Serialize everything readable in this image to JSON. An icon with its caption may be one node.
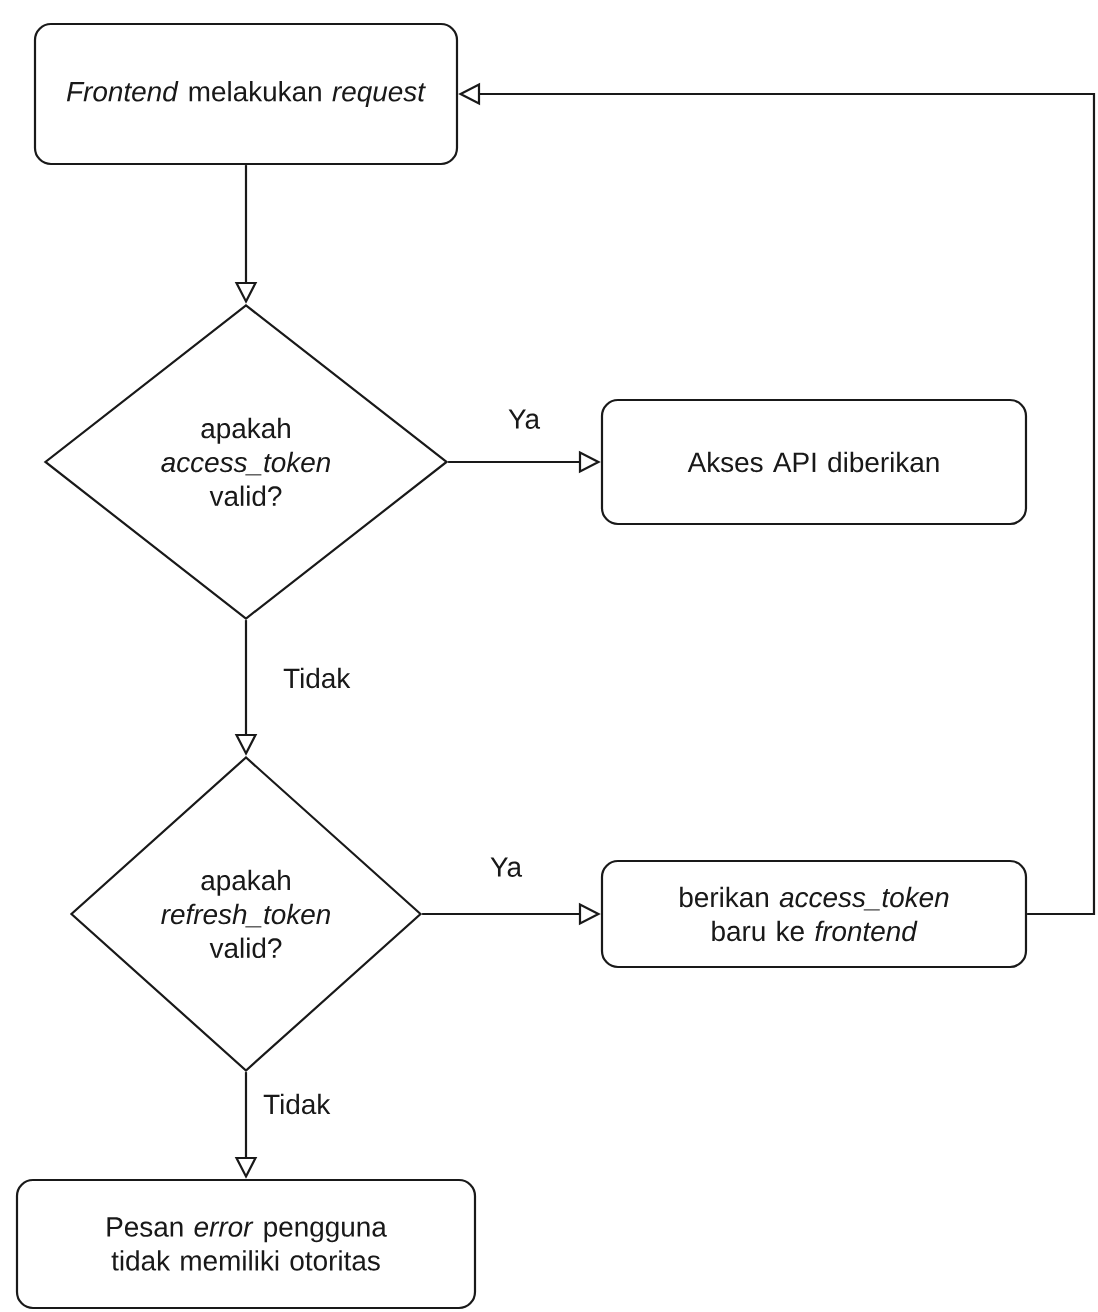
{
  "diagram": {
    "nodes": [
      {
        "text": [
          "*Frontend* melakukan *request*"
        ]
      },
      {
        "text": [
          "apakah *access_token* valid?"
        ]
      },
      {
        "text": [
          "Akses API diberikan"
        ]
      },
      {
        "text": [
          "apakah *refresh_token* valid?"
        ]
      },
      {
        "text": [
          "berikan *access_token* baru ke *frontend*"
        ]
      },
      {
        "text": [
          "Pesan *error* pengguna tidak memiliki otoritas"
        ]
      }
    ],
    "edges": [
      {
        "from": 0,
        "to": 1,
        "arrow": "to"
      },
      {
        "from": 1,
        "to": 2,
        "arrow": "to",
        "label": "Ya"
      },
      {
        "from": 1,
        "to": 3,
        "arrow": "to",
        "label": "Tidak"
      },
      {
        "from": 3,
        "to": 4,
        "arrow": "to",
        "label": "Ya"
      },
      {
        "from": 3,
        "to": 5,
        "arrow": "to",
        "label": "Tidak"
      },
      {
        "from": 4,
        "to": 0,
        "arrow": "to"
      }
    ]
  }
}
